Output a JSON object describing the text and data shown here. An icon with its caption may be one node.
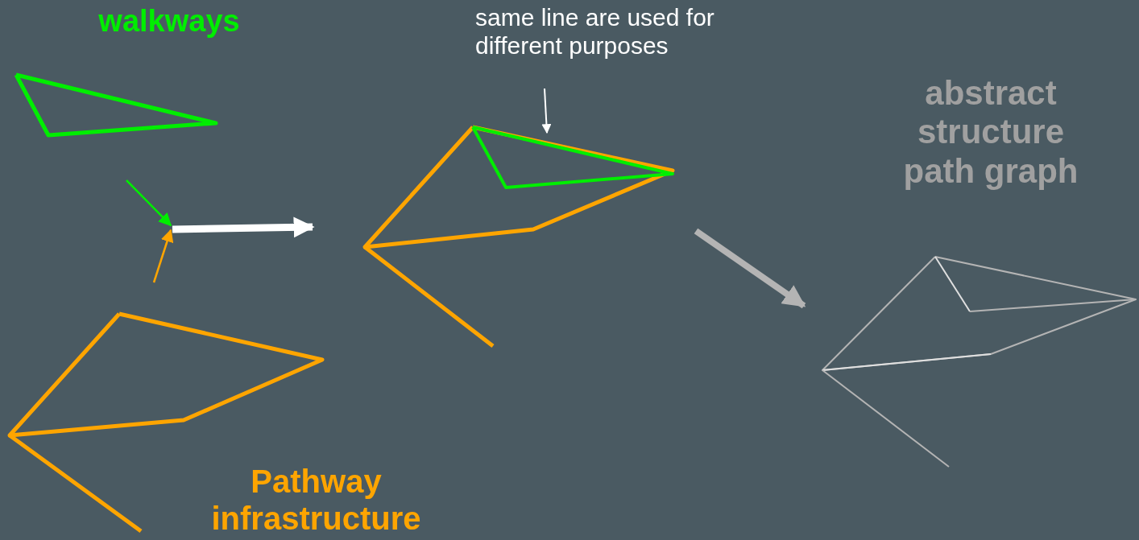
{
  "diagram": {
    "nodes": [
      {
        "text": [
          "walkways"
        ]
      },
      {
        "text": [
          "Pathway infrastructure"
        ]
      },
      {
        "text": [
          "same line are used for different purposes"
        ]
      },
      {
        "text": [],
        "shape": "picture"
      },
      {
        "text": [
          "abstract structure path graph"
        ]
      }
    ],
    "edges": [
      {
        "from": 0,
        "to": 3,
        "arrow": "to"
      },
      {
        "from": 1,
        "to": 3,
        "arrow": "to"
      },
      {
        "from": 2,
        "to": 3,
        "arrow": "to"
      },
      {
        "from": 3,
        "to": 4,
        "arrow": "to",
        "color": "#b4b4b4"
      }
    ]
  }
}
